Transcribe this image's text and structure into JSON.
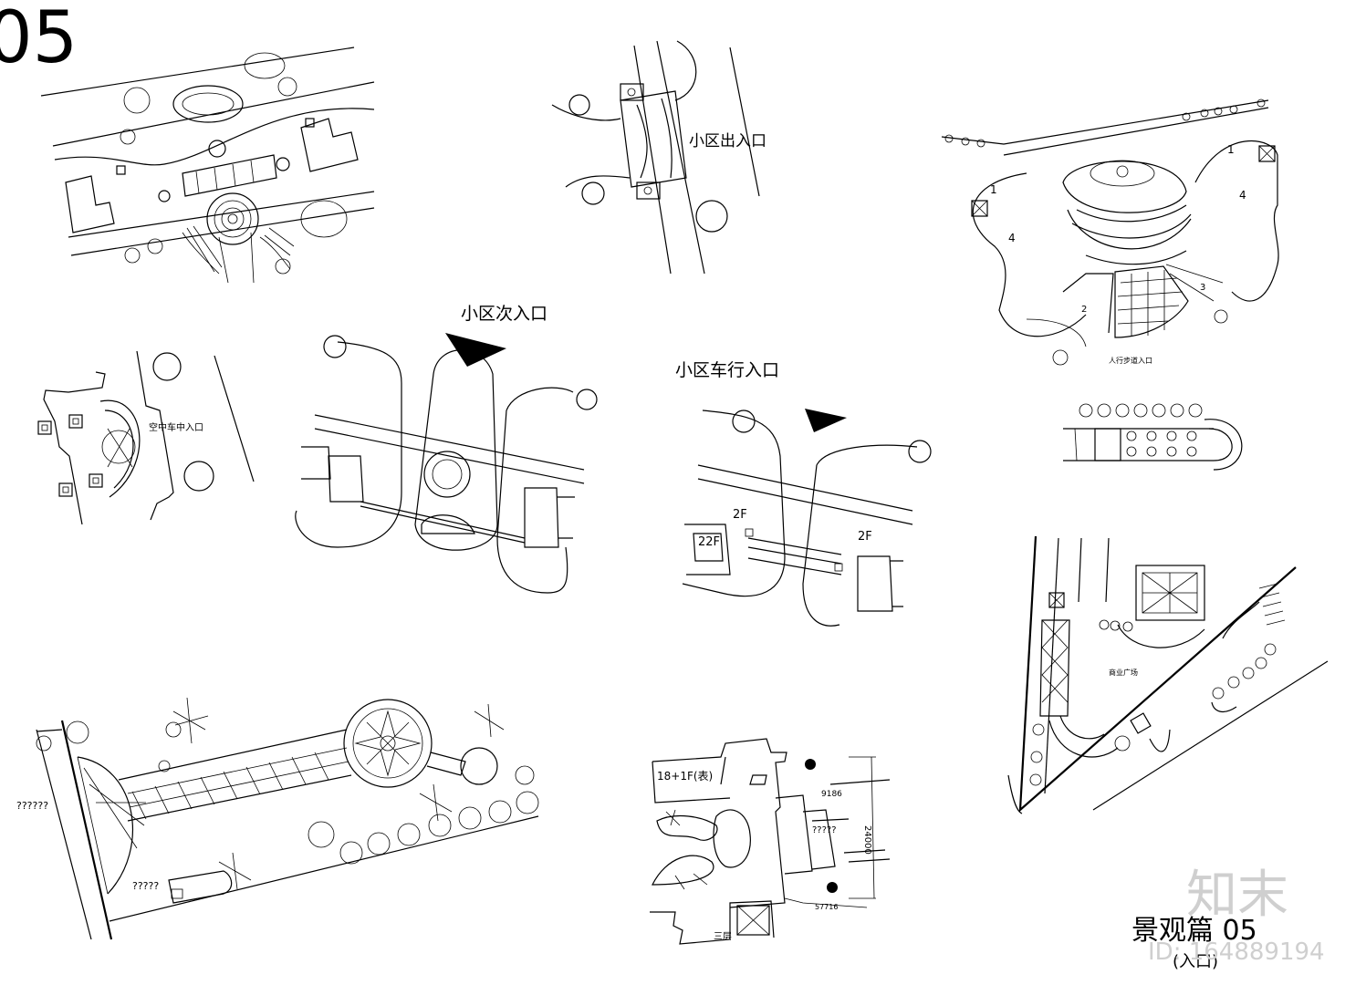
{
  "sheet": {
    "number": "05",
    "title": "景观篇  05",
    "subtitle": "(入口)"
  },
  "labels": {
    "plan_top_center": "小区出入口",
    "plan_secondary": "小区次入口",
    "plan_vehicle": "小区车行入口",
    "plan_left_small": "空中车中入口",
    "plan_right_pedestrian": "人行步道入口",
    "plan_right_square": "商业广场",
    "building_left": "22F",
    "building_2f_left": "2F",
    "building_2f_right": "2F",
    "unknown_left": "??????",
    "unknown_lower": "?????",
    "unknown_mid": "?????",
    "dim_top": "18+1F(表)",
    "dim_mid": "9186",
    "dim_right": "24000",
    "dim_bottom": "57716",
    "bottom_tag": "三层",
    "num_1a": "1",
    "num_1b": "1",
    "num_4a": "4",
    "num_4b": "4",
    "num_2": "2",
    "num_3": "3"
  },
  "watermark": {
    "brand": "知末",
    "id": "ID: 164889194"
  }
}
